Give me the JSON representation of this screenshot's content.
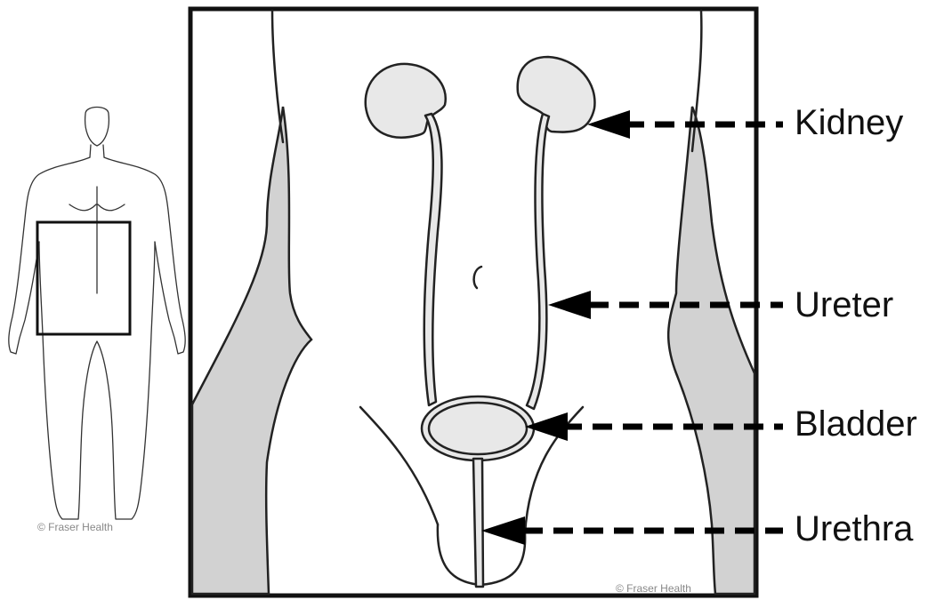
{
  "labels": {
    "kidney": "Kidney",
    "ureter": "Ureter",
    "bladder": "Bladder",
    "urethra": "Urethra"
  },
  "copyright": {
    "body_figure": "© Fraser Health",
    "detail_panel": "© Fraser Health"
  },
  "colors": {
    "organ_fill": "#e8e8e8",
    "shade_fill": "#d2d2d2",
    "outline": "#222222"
  }
}
